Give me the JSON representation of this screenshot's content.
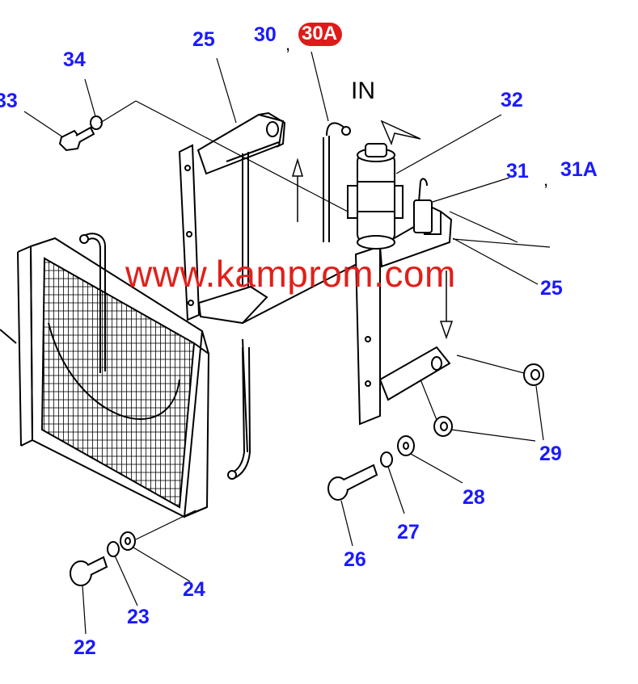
{
  "colors": {
    "callout": "#1a1aff",
    "watermark": "#e0201a",
    "badge_bg": "#e01a1a",
    "line": "#000000"
  },
  "flow_label": "IN",
  "watermark": "www.kamprom.com",
  "separator": ",",
  "callouts": {
    "c22": "22",
    "c23": "23",
    "c24": "24",
    "c25a": "25",
    "c25b": "25",
    "c26": "26",
    "c27": "27",
    "c28": "28",
    "c29": "29",
    "c30": "30",
    "c30a": "30A",
    "c31": "31",
    "c31a": "31A",
    "c32": "32",
    "c33": "33",
    "c34": "34"
  }
}
